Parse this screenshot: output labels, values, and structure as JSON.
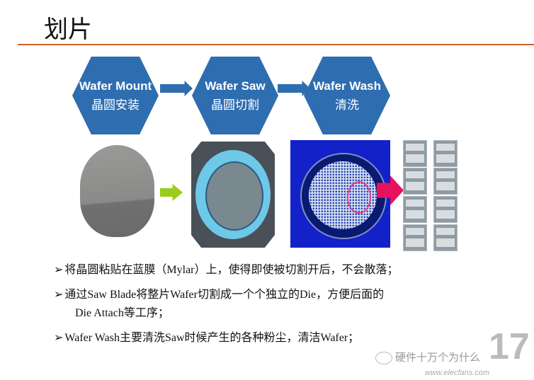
{
  "slide": {
    "title": "划片",
    "page_number": "17"
  },
  "flow": [
    {
      "en": "Wafer Mount",
      "zh": "晶圆安装"
    },
    {
      "en": "Wafer Saw",
      "zh": "晶圆切割"
    },
    {
      "en": "Wafer Wash",
      "zh": "清洗"
    }
  ],
  "bullets": [
    {
      "marker": "➢",
      "text": "将晶圆粘贴在蓝膜（Mylar）上，使得即使被切割开后，不会散落；"
    },
    {
      "marker": "➢",
      "text": "通过Saw Blade将整片Wafer切割成一个个独立的Die，方便后面的",
      "cont": "Die Attach等工序；"
    },
    {
      "marker": "➢",
      "text": "Wafer Wash主要清洗Saw时候产生的各种粉尘，清洁Wafer；"
    }
  ],
  "watermark": {
    "name": "硬件十万个为什么",
    "url": "www.elecfans.com"
  },
  "colors": {
    "hex": "#2e6db0",
    "rule": "#c8642a",
    "green_arrow": "#9acd1a",
    "pink_arrow": "#e8125c"
  }
}
